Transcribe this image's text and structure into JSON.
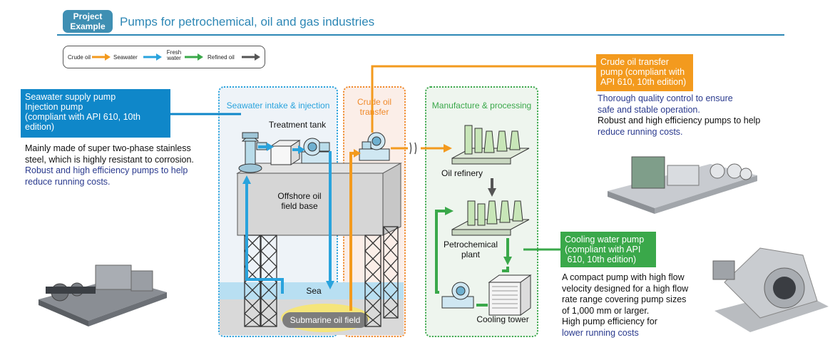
{
  "header": {
    "badge_line1": "Project",
    "badge_line2": "Example",
    "title": "Pumps for petrochemical, oil and gas industries"
  },
  "legend": {
    "items": [
      {
        "label": "Crude oil",
        "color": "#f39a1e"
      },
      {
        "label": "Seawater",
        "color": "#29a3dd"
      },
      {
        "label_line1": "Fresh",
        "label_line2": "water",
        "color": "#3aa84a"
      },
      {
        "label": "Refined oil",
        "color": "#555555"
      }
    ]
  },
  "zones": {
    "seawater": {
      "title": "Seawater intake & injection",
      "color": "#29a3dd"
    },
    "crude": {
      "title_line1": "Crude oil",
      "title_line2": "transfer",
      "color": "#f08a2a"
    },
    "manufacture": {
      "title": "Manufacture & processing",
      "color": "#3aa84a"
    }
  },
  "labels": {
    "treatment_tank": "Treatment tank",
    "offshore_line1": "Offshore oil",
    "offshore_line2": "field base",
    "sea": "Sea",
    "submarine": "Submarine oil field",
    "oil_refinery": "Oil refinery",
    "petro_line1": "Petrochemical",
    "petro_line2": "plant",
    "cooling_tower": "Cooling tower"
  },
  "callouts": {
    "seawater_pump": {
      "line1": "Seawater supply pump",
      "line2": "Injection pump",
      "line3": "(compliant with API 610, 10th",
      "line4": "edition)",
      "color": "#0f87c9"
    },
    "crude_pump": {
      "line1": "Crude oil transfer",
      "line2": "pump (compliant with",
      "line3": "API 610, 10th edition)",
      "color": "#f39a1e"
    },
    "cooling_pump": {
      "line1": "Cooling water pump",
      "line2": "(compliant with API",
      "line3": " 610, 10th edition)",
      "color": "#3aa84a"
    }
  },
  "descriptions": {
    "seawater": {
      "line1": "Mainly made of super two-phase stainless",
      "line2": "steel, which is highly resistant to corrosion.",
      "line3": "Robust and high efficiency pumps to help",
      "line4": "reduce running costs."
    },
    "crude": {
      "line1": "Thorough quality control to ensure",
      "line2": "safe and stable operation.",
      "line3": "Robust and high efficiency pumps to help",
      "line4": "reduce running costs."
    },
    "cooling": {
      "line1": "A compact pump with high flow",
      "line2": "velocity designed for a high flow",
      "line3": "rate range covering pump sizes",
      "line4": "of 1,000 mm or larger.",
      "line5": "High pump efficiency for",
      "line6": "lower running costs"
    }
  },
  "colors": {
    "crude_oil": "#f39a1e",
    "seawater": "#29a3dd",
    "fresh_water": "#3aa84a",
    "refined_oil": "#555555",
    "dark_text": "#111111",
    "blue_text": "#2a3a8e",
    "header_blue": "#2d87b5"
  }
}
